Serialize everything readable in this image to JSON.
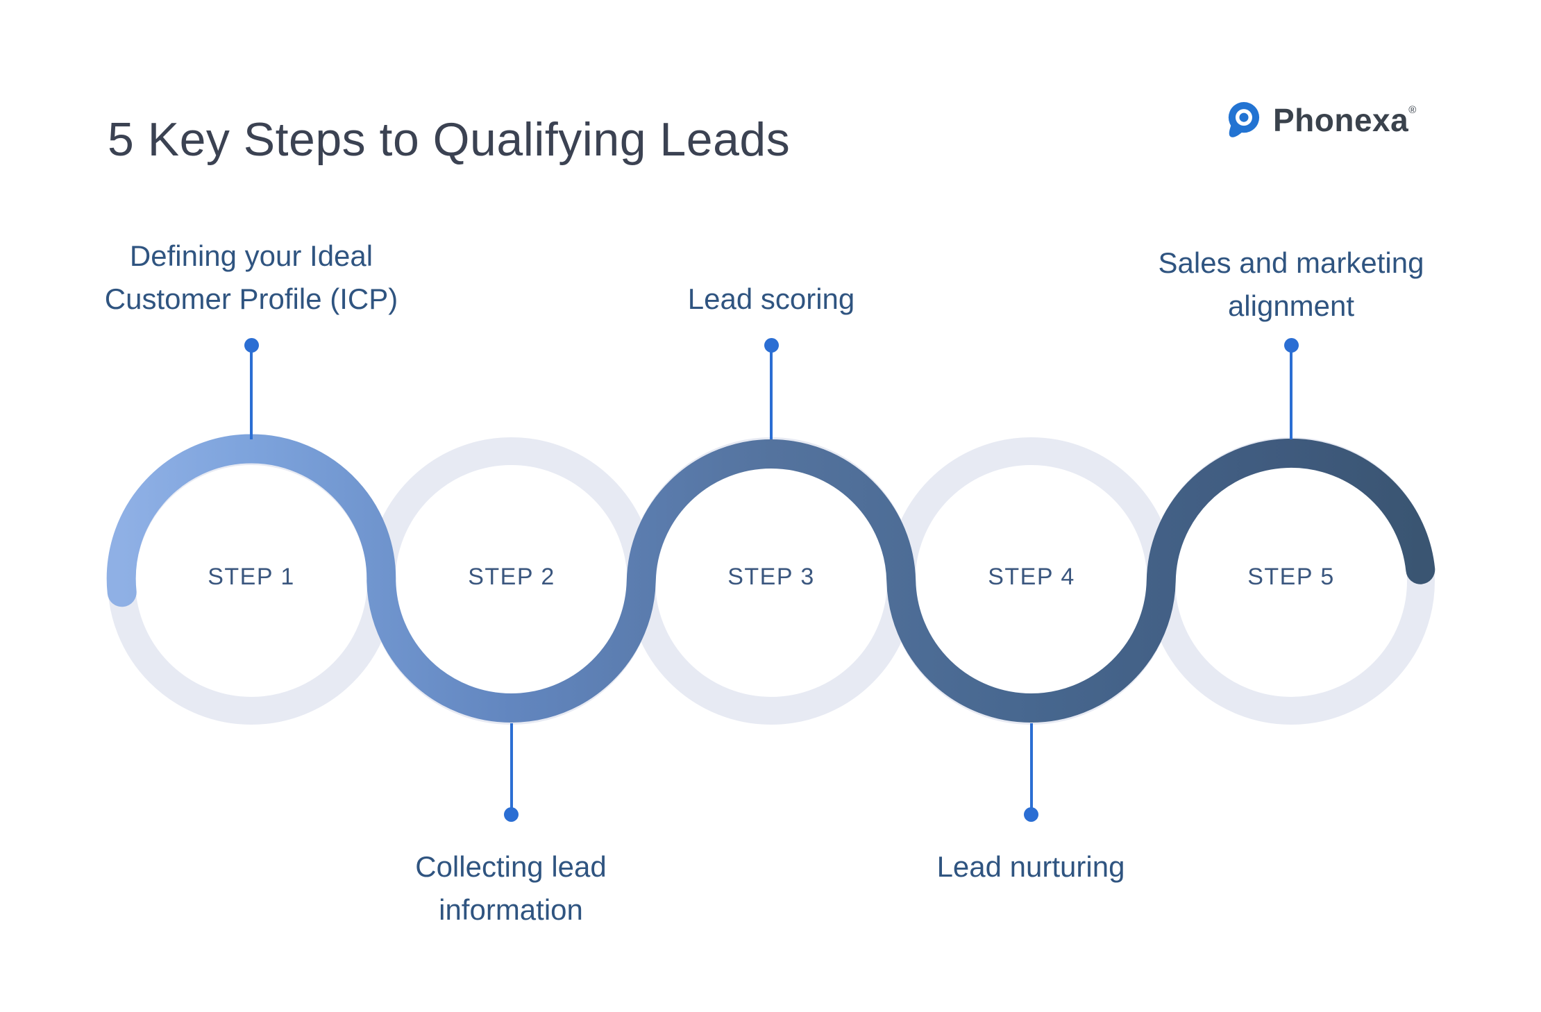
{
  "title": "5 Key Steps to Qualifying Leads",
  "brand": {
    "name": "Phonexa",
    "registered_mark": "®"
  },
  "steps": [
    {
      "step_label": "STEP 1",
      "caption_lines": [
        "Defining your Ideal",
        "Customer Profile (ICP)"
      ],
      "caption_position": "top"
    },
    {
      "step_label": "STEP 2",
      "caption_lines": [
        "Collecting lead",
        "information"
      ],
      "caption_position": "bottom"
    },
    {
      "step_label": "STEP 3",
      "caption_lines": [
        "Lead scoring"
      ],
      "caption_position": "top"
    },
    {
      "step_label": "STEP 4",
      "caption_lines": [
        "Lead nurturing"
      ],
      "caption_position": "bottom"
    },
    {
      "step_label": "STEP 5",
      "caption_lines": [
        "Sales and marketing",
        "alignment"
      ],
      "caption_position": "top"
    }
  ],
  "colors": {
    "background": "#ffffff",
    "title_text": "#3b4252",
    "brand_text": "#3a424c",
    "brand_blue": "#2273d2",
    "ring_gray": "#e7eaf3",
    "connector_blue": "#2b6ed3",
    "caption_text": "#2f5480",
    "step_text": "#3a567e",
    "chain_gradient": [
      "#8fb0e5",
      "#7da3dc",
      "#6286bf",
      "#54739e",
      "#47678f",
      "#3f5a7d",
      "#3a5572"
    ]
  }
}
